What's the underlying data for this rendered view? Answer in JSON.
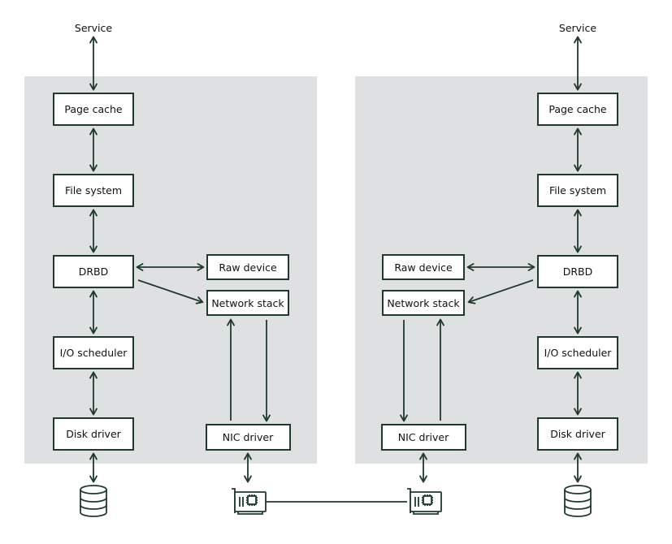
{
  "colors": {
    "panel": "#dfe0e2",
    "stroke": "#1e3a2f",
    "box": "#ffffff",
    "text": "#111111"
  },
  "left_node": {
    "service": "Service",
    "page_cache": "Page cache",
    "file_system": "File system",
    "drbd": "DRBD",
    "raw_device": "Raw device",
    "network_stack": "Network stack",
    "io_scheduler": "I/O scheduler",
    "disk_driver": "Disk driver",
    "nic_driver": "NIC driver"
  },
  "right_node": {
    "service": "Service",
    "page_cache": "Page cache",
    "file_system": "File system",
    "drbd": "DRBD",
    "raw_device": "Raw device",
    "network_stack": "Network stack",
    "io_scheduler": "I/O scheduler",
    "disk_driver": "Disk driver",
    "nic_driver": "NIC driver"
  },
  "icons": {
    "disk": "database-icon",
    "nic": "network-card-icon"
  }
}
